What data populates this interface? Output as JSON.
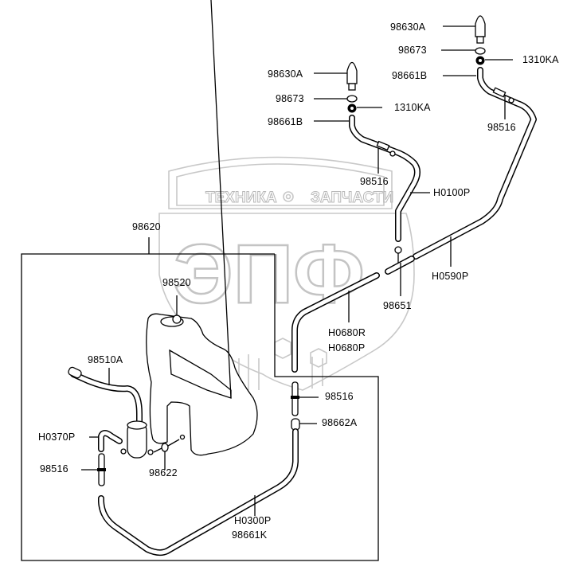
{
  "diagram": {
    "title": "Windshield washer system parts diagram",
    "watermark": {
      "top_text_left": "ТЕХНИКА",
      "top_text_right": "ЗАПЧАСТИ",
      "big_letters": "ЭПФ",
      "gear_icon": "gear-icon"
    },
    "labels": {
      "nozzle_right": "98630A",
      "seal_right": "98673",
      "clip_right": "1310KA",
      "elbow_right": "98661B",
      "connector_right": "98516",
      "nozzle_left": "98630A",
      "seal_left": "98673",
      "clip_left": "1310KA",
      "elbow_left": "98661B",
      "connector_left": "98516",
      "hose_h0100p": "H0100P",
      "hose_h0590p": "H0590P",
      "tee_98651": "98651",
      "hose_h0680r": "H0680R",
      "hose_h0680p": "H0680P",
      "reservoir_assy": "98620",
      "cap": "98520",
      "pump": "98510A",
      "hose_h0370p": "H0370P",
      "connector_lower_left": "98516",
      "grommet": "98622",
      "connector_lower_right": "98516",
      "joint_98662a": "98662A",
      "hose_h0300p": "H0300P",
      "hose_98661k": "98661K"
    }
  }
}
